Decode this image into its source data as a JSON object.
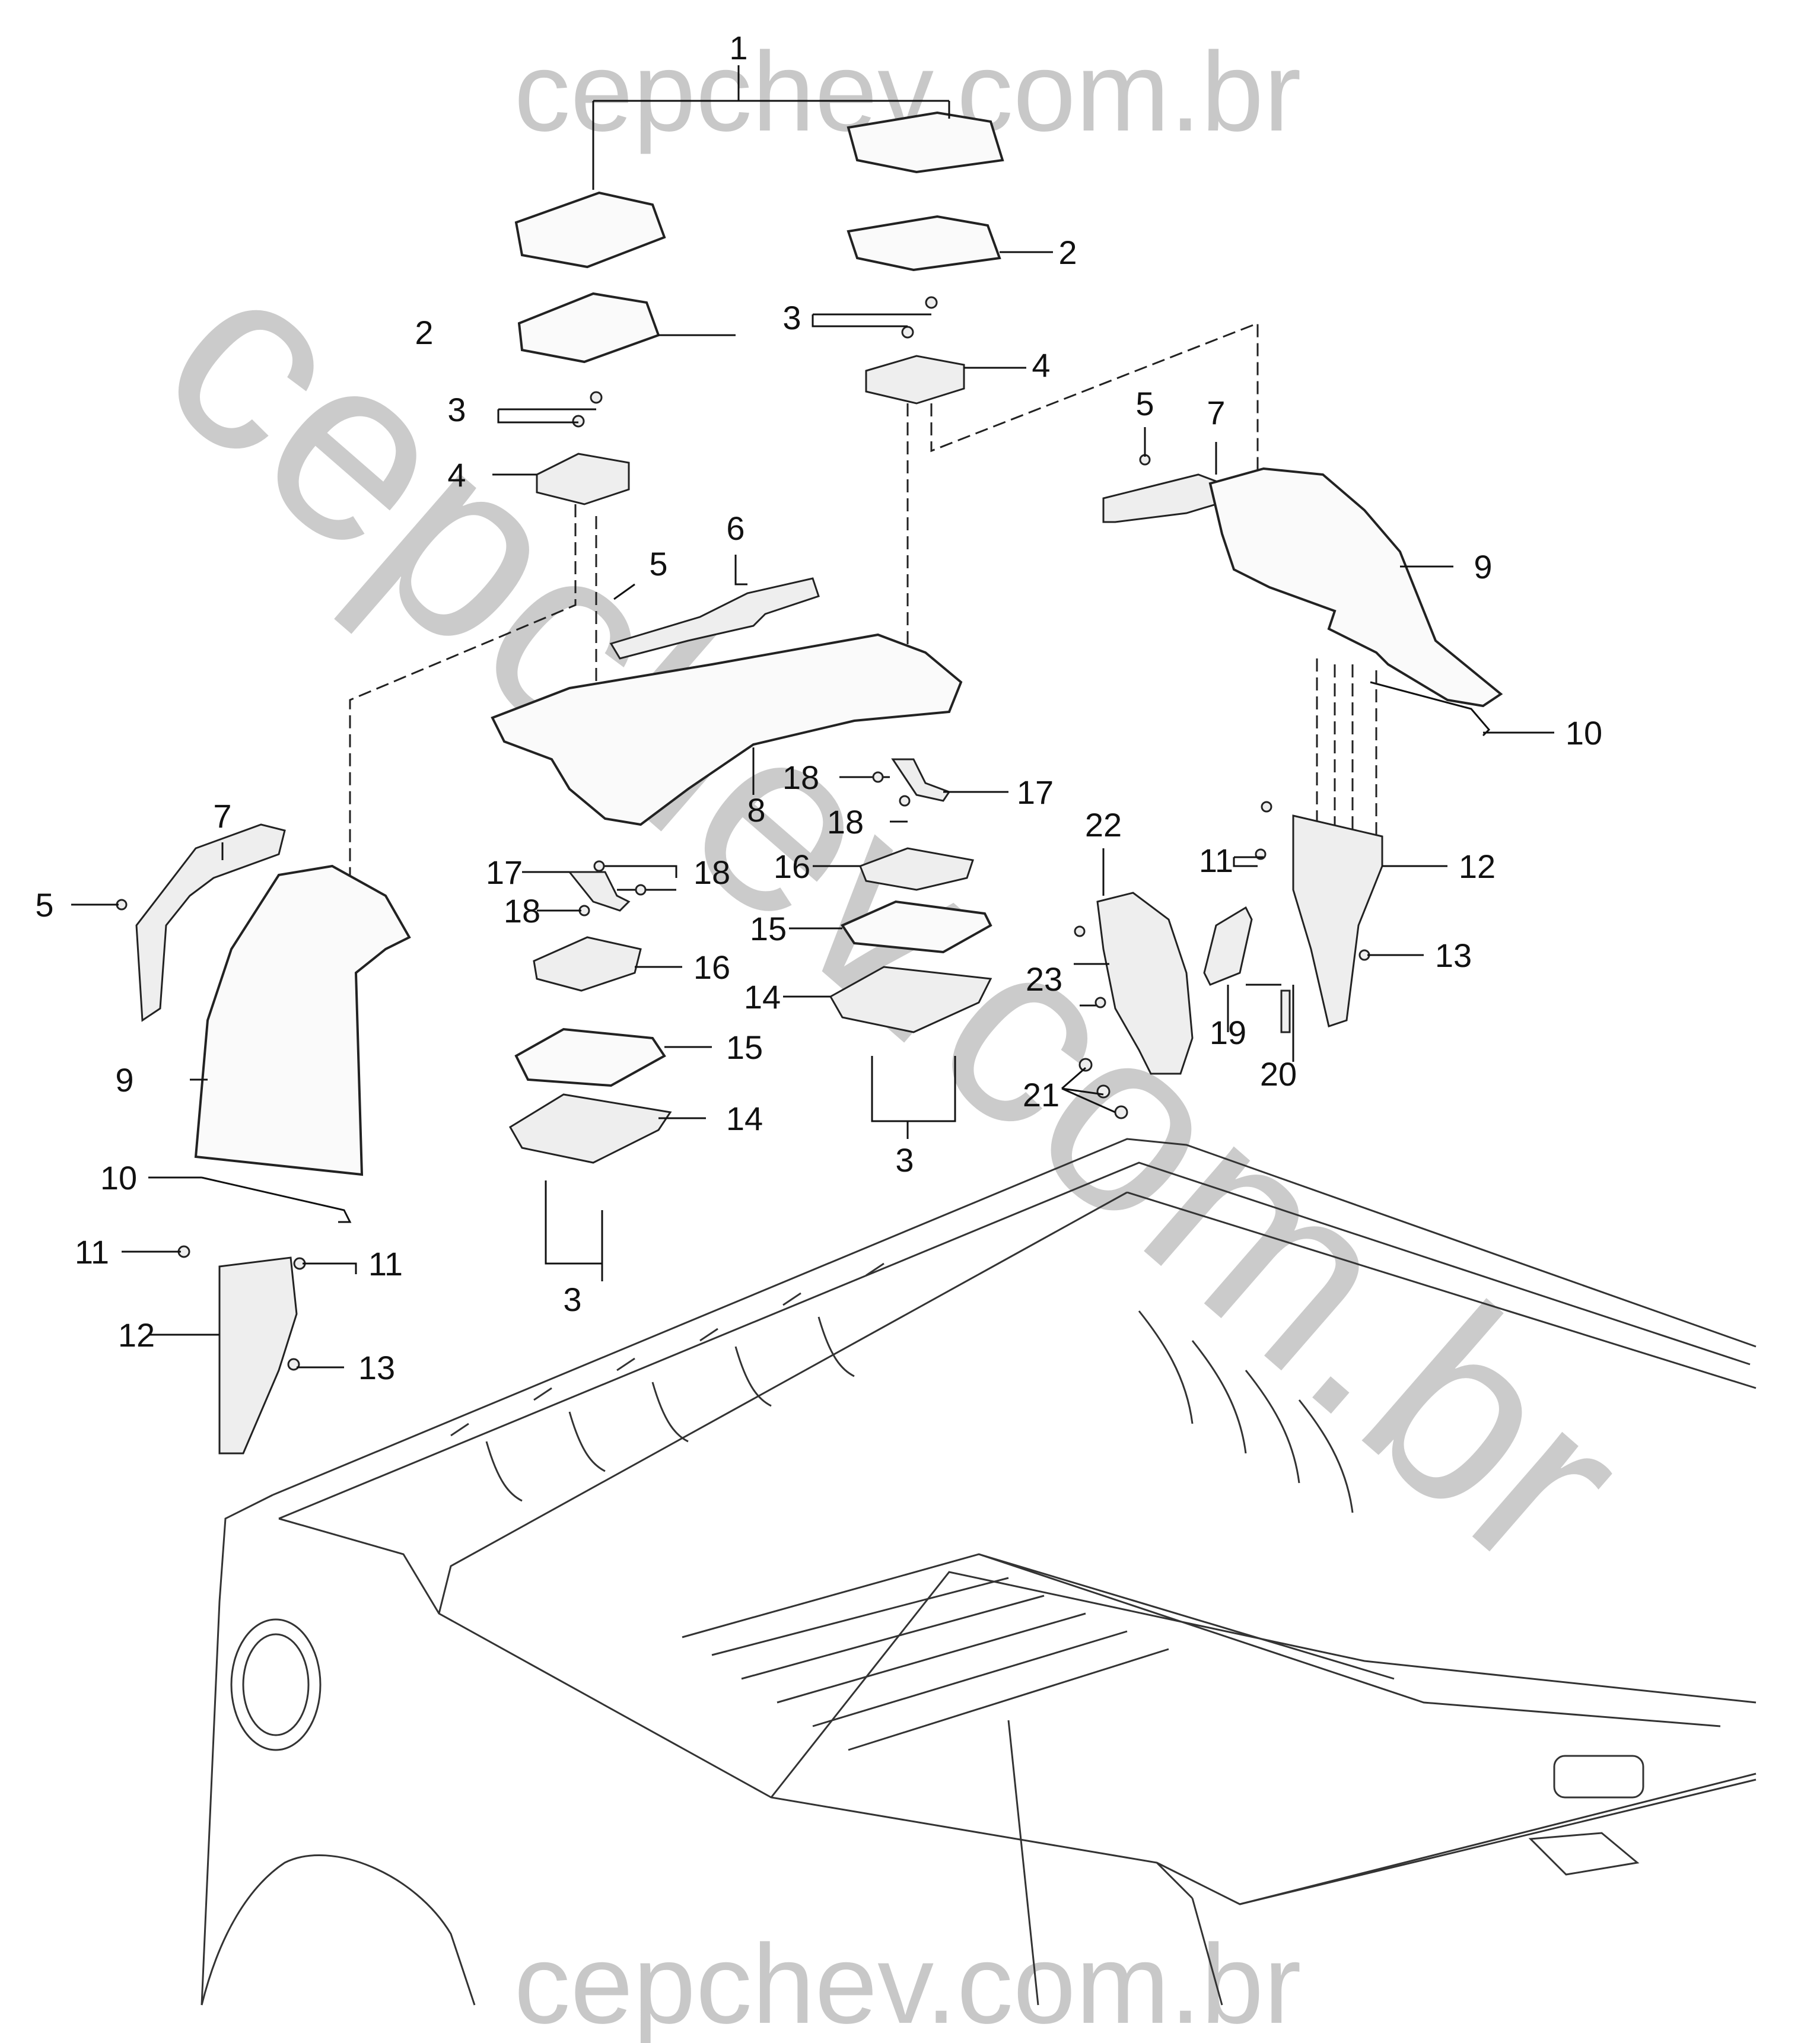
{
  "watermark": {
    "top": "cepchev.com.br",
    "bottom": "cepchev.com.br",
    "diagonal": "cepchev.com.br"
  },
  "callouts": [
    {
      "id": "c1",
      "label": "1"
    },
    {
      "id": "c2a",
      "label": "2"
    },
    {
      "id": "c2b",
      "label": "2"
    },
    {
      "id": "c3a",
      "label": "3"
    },
    {
      "id": "c3b",
      "label": "3"
    },
    {
      "id": "c3c",
      "label": "3"
    },
    {
      "id": "c3d",
      "label": "3"
    },
    {
      "id": "c4a",
      "label": "4"
    },
    {
      "id": "c4b",
      "label": "4"
    },
    {
      "id": "c5a",
      "label": "5"
    },
    {
      "id": "c5b",
      "label": "5"
    },
    {
      "id": "c5c",
      "label": "5"
    },
    {
      "id": "c6",
      "label": "6"
    },
    {
      "id": "c7a",
      "label": "7"
    },
    {
      "id": "c7b",
      "label": "7"
    },
    {
      "id": "c8",
      "label": "8"
    },
    {
      "id": "c9a",
      "label": "9"
    },
    {
      "id": "c9b",
      "label": "9"
    },
    {
      "id": "c10a",
      "label": "10"
    },
    {
      "id": "c10b",
      "label": "10"
    },
    {
      "id": "c11a",
      "label": "11"
    },
    {
      "id": "c11b",
      "label": "11"
    },
    {
      "id": "c11c",
      "label": "11"
    },
    {
      "id": "c12a",
      "label": "12"
    },
    {
      "id": "c12b",
      "label": "12"
    },
    {
      "id": "c13a",
      "label": "13"
    },
    {
      "id": "c13b",
      "label": "13"
    },
    {
      "id": "c14a",
      "label": "14"
    },
    {
      "id": "c14b",
      "label": "14"
    },
    {
      "id": "c15a",
      "label": "15"
    },
    {
      "id": "c15b",
      "label": "15"
    },
    {
      "id": "c16a",
      "label": "16"
    },
    {
      "id": "c16b",
      "label": "16"
    },
    {
      "id": "c17a",
      "label": "17"
    },
    {
      "id": "c17b",
      "label": "17"
    },
    {
      "id": "c18a",
      "label": "18"
    },
    {
      "id": "c18b",
      "label": "18"
    },
    {
      "id": "c18c",
      "label": "18"
    },
    {
      "id": "c18d",
      "label": "18"
    },
    {
      "id": "c19",
      "label": "19"
    },
    {
      "id": "c20",
      "label": "20"
    },
    {
      "id": "c21",
      "label": "21"
    },
    {
      "id": "c22",
      "label": "22"
    },
    {
      "id": "c23",
      "label": "23"
    }
  ]
}
